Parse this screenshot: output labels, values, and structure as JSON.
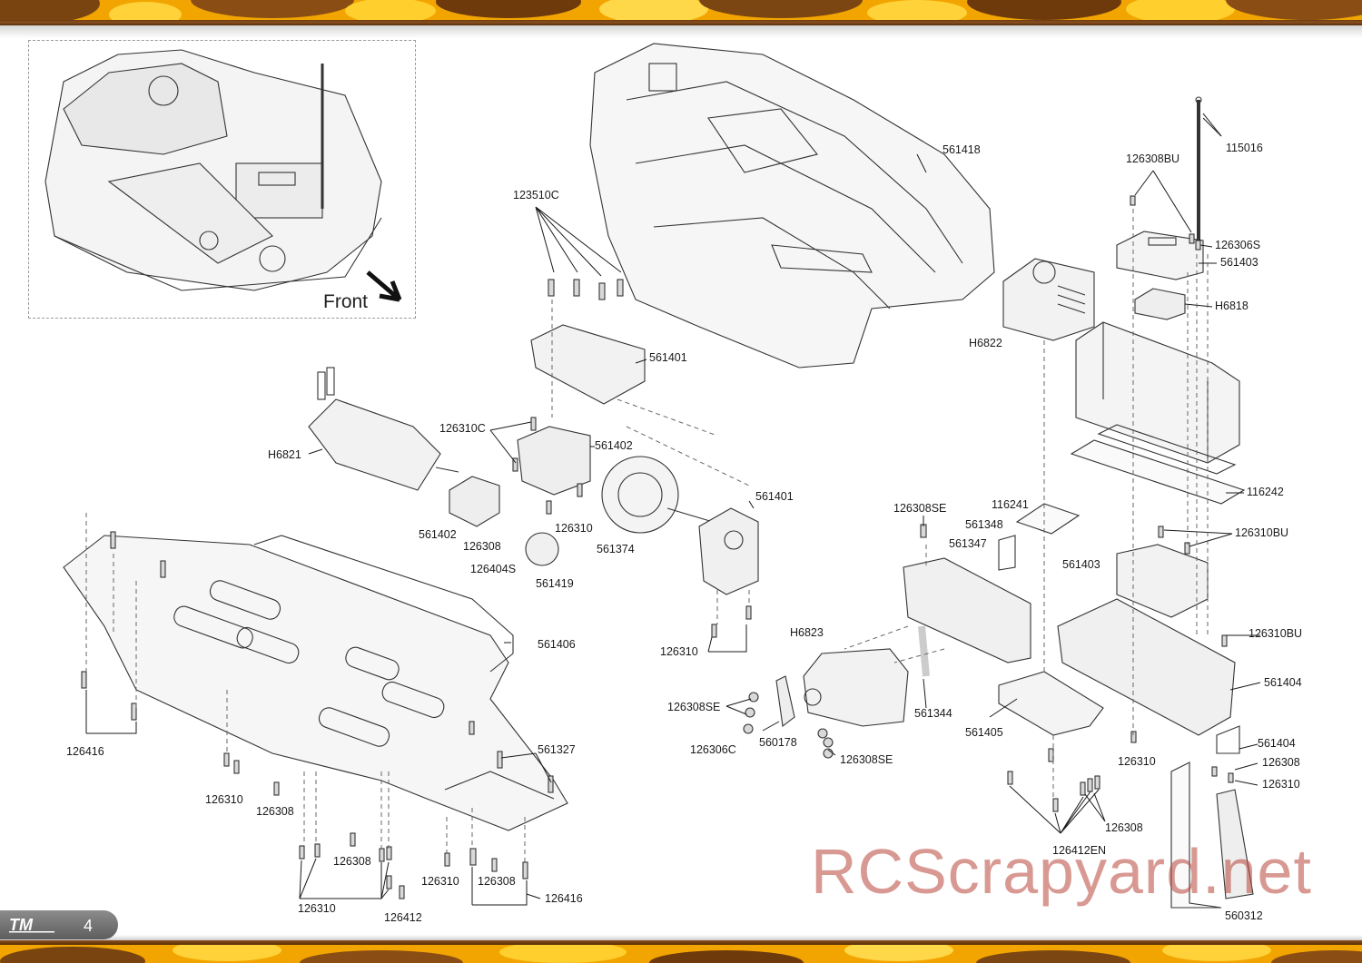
{
  "page": {
    "number": "4",
    "brand_logo": "TM logo",
    "brand_color": "#f3b400",
    "frame_color": "#6b3a10"
  },
  "inset": {
    "front_label": "Front",
    "arrow_icon": "front-arrow-icon"
  },
  "watermark": {
    "text": "RCScrapyard.net"
  },
  "parts": {
    "p123510C": "123510C",
    "p561418": "561418",
    "p115016": "115016",
    "p126308BU": "126308BU",
    "p126306S": "126306S",
    "p561403_top": "561403",
    "pH6818": "H6818",
    "pH6822": "H6822",
    "p561401_top": "561401",
    "p126310C": "126310C",
    "p561402_upper": "561402",
    "pH6821": "H6821",
    "p561401_mid": "561401",
    "p116242": "116242",
    "p116241": "116241",
    "p126308SE_top": "126308SE",
    "p561348": "561348",
    "p561347": "561347",
    "p126310BU_upper": "126310BU",
    "p561403_mid": "561403",
    "p561402_lower": "561402",
    "p126308_a": "126308",
    "p126310_a": "126310",
    "p126404S": "126404S",
    "p561374": "561374",
    "p561419": "561419",
    "pH6823": "H6823",
    "p126310BU_lower": "126310BU",
    "p561406": "561406",
    "p126310_b": "126310",
    "p561404_upper": "561404",
    "p126308SE_left": "126308SE",
    "p561344": "561344",
    "p561405": "561405",
    "p126416_left": "126416",
    "p126306C": "126306C",
    "p560178": "560178",
    "p126308SE_bottom": "126308SE",
    "p561327": "561327",
    "p561404_lower": "561404",
    "p126308_b": "126308",
    "p126310_c": "126310",
    "p126310_d": "126310",
    "p126310_e": "126310",
    "p126308_c": "126308",
    "p126308_d": "126308",
    "p126308_e": "126308",
    "p126412EN": "126412EN",
    "p126310_f": "126310",
    "p126310_g": "126310",
    "p126308_f": "126308",
    "p126416_bottom": "126416",
    "p126412": "126412",
    "p560312": "560312"
  }
}
